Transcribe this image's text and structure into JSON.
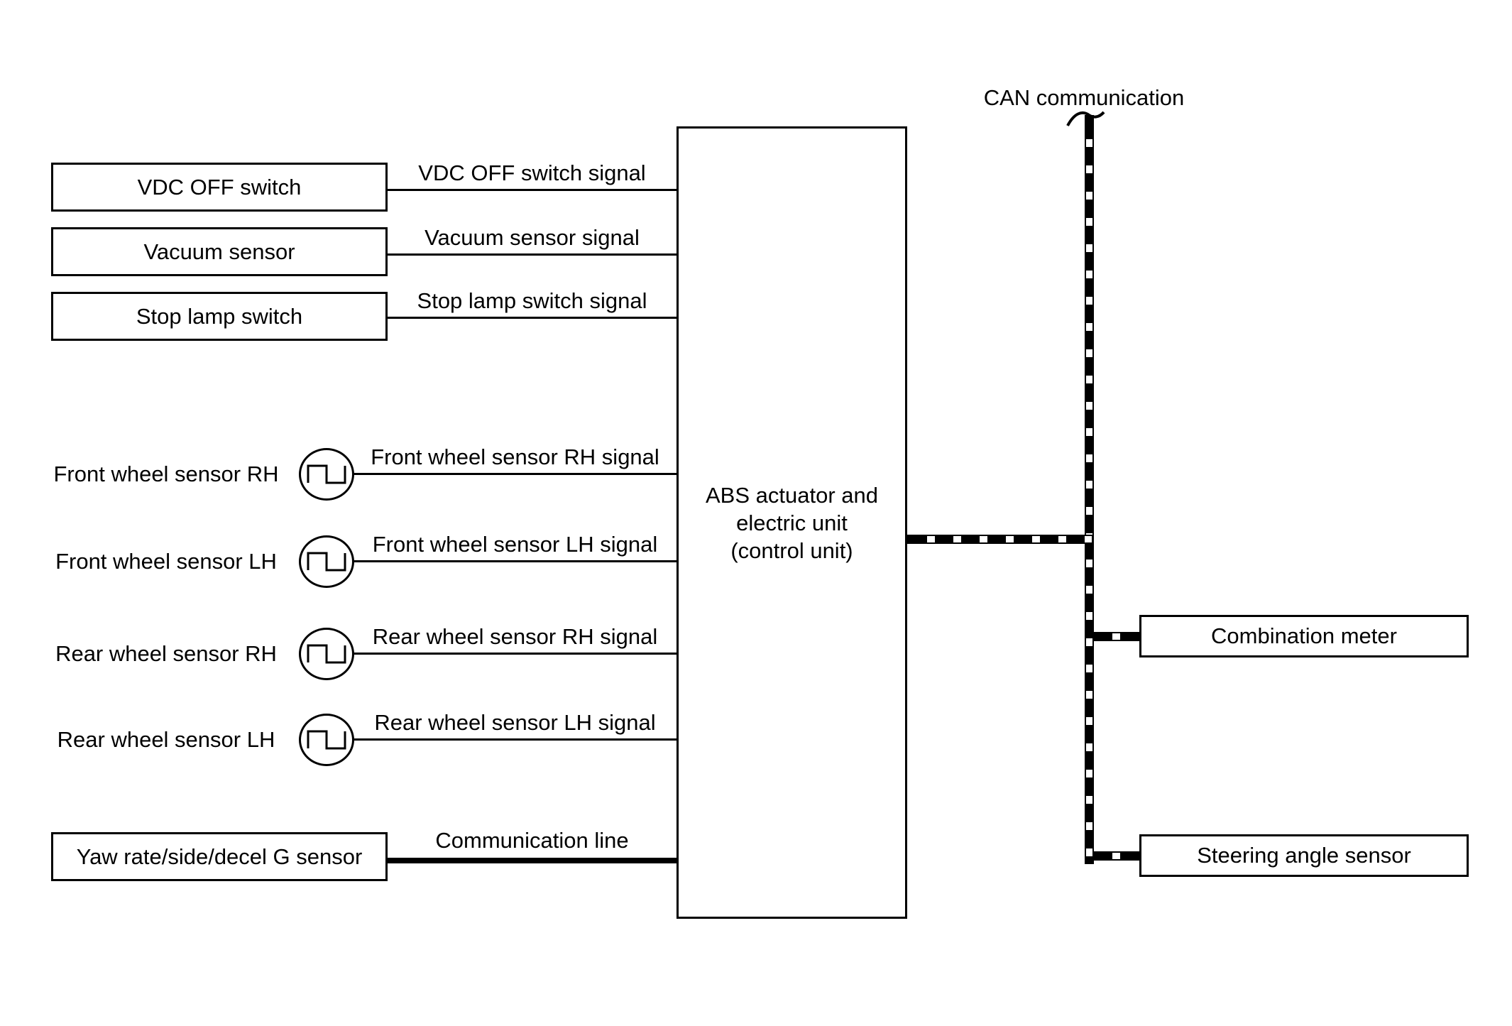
{
  "diagram": {
    "colors": {
      "line": "#000000",
      "background": "#ffffff"
    },
    "inputs": [
      {
        "label": "VDC OFF switch",
        "signal": "VDC OFF switch signal"
      },
      {
        "label": "Vacuum sensor",
        "signal": "Vacuum sensor signal"
      },
      {
        "label": "Stop lamp switch",
        "signal": "Stop lamp switch signal"
      }
    ],
    "wheel_sensors": [
      {
        "label": "Front wheel sensor RH",
        "signal": "Front wheel sensor RH signal",
        "icon": "square-wave-icon"
      },
      {
        "label": "Front wheel sensor LH",
        "signal": "Front wheel sensor LH signal",
        "icon": "square-wave-icon"
      },
      {
        "label": "Rear wheel sensor RH",
        "signal": "Rear wheel sensor RH signal",
        "icon": "square-wave-icon"
      },
      {
        "label": "Rear wheel sensor LH",
        "signal": "Rear wheel sensor LH signal",
        "icon": "square-wave-icon"
      }
    ],
    "yaw_sensor": {
      "label": "Yaw rate/side/decel G sensor",
      "signal": "Communication line"
    },
    "control_unit": {
      "lines": [
        "ABS actuator and",
        "electric unit",
        "(control unit)"
      ]
    },
    "can_bus": {
      "label": "CAN communication",
      "nodes": [
        {
          "label": "Combination meter"
        },
        {
          "label": "Steering angle sensor"
        }
      ]
    }
  }
}
